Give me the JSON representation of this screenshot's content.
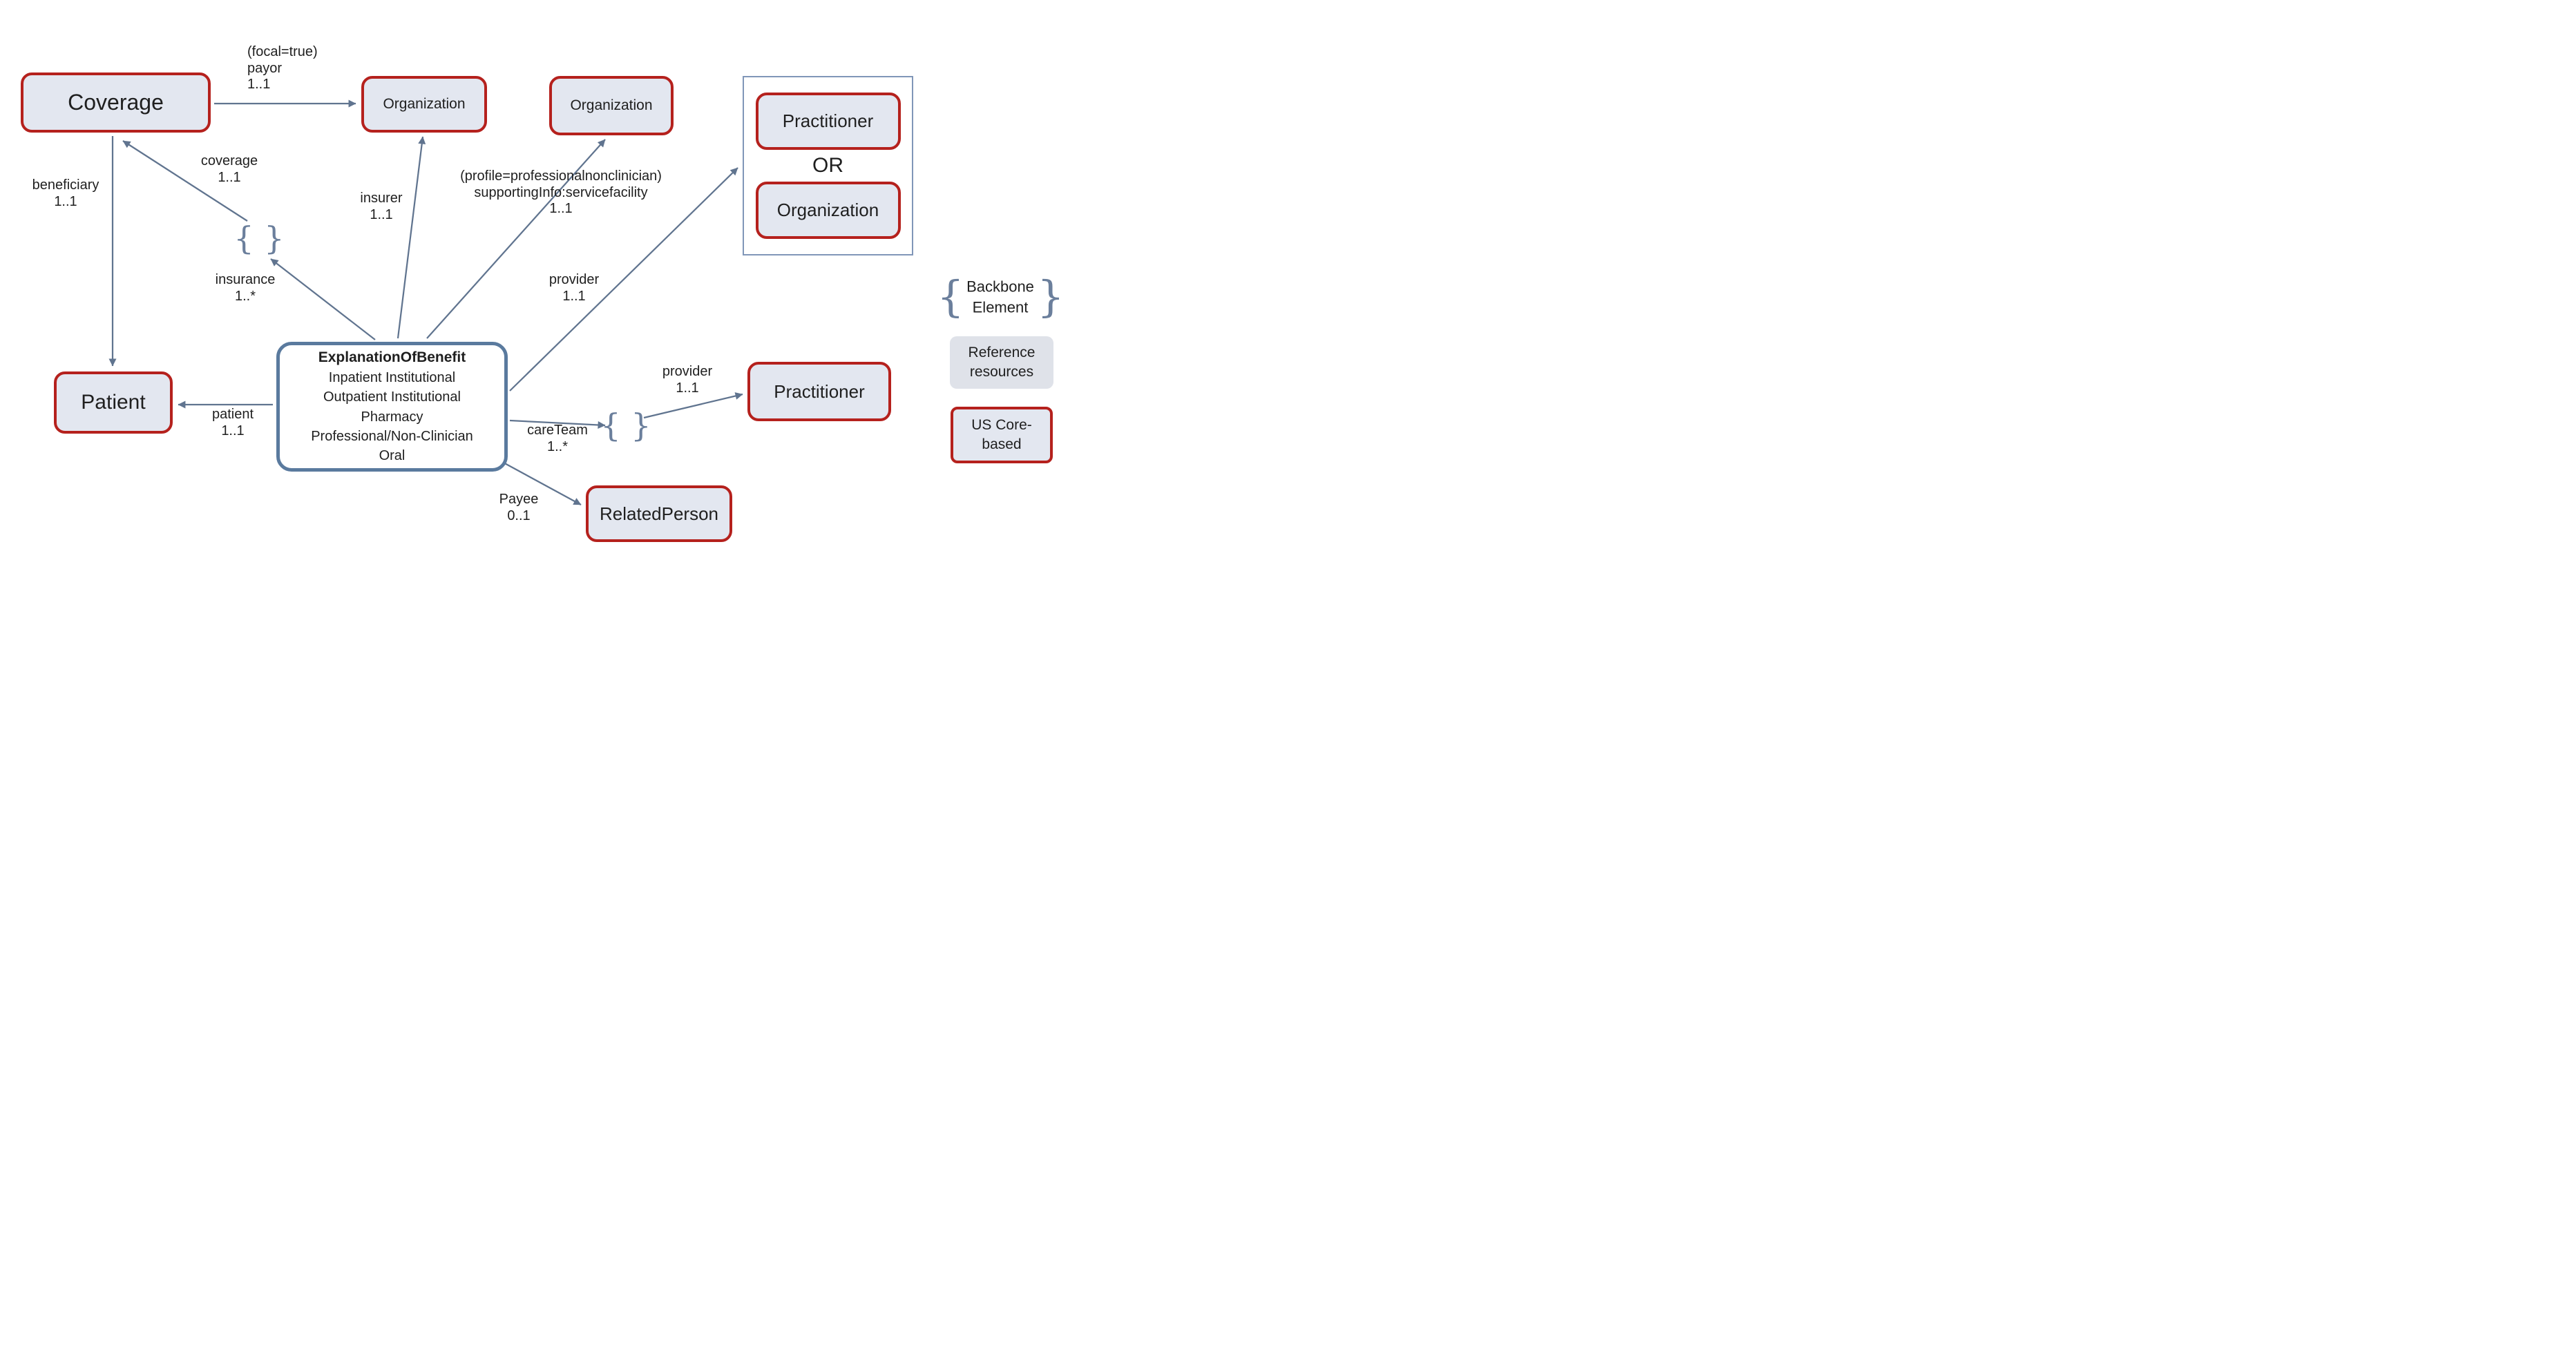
{
  "colors": {
    "node_fill": "#e3e7f0",
    "red_border": "#b5211d",
    "eob_border": "#5a7a9e",
    "arrow": "#60748f",
    "container_border": "#8096b8",
    "legend_gray_fill": "#dfe2e9"
  },
  "nodes": {
    "coverage": "Coverage",
    "organizationPayor": "Organization",
    "organizationFacility": "Organization",
    "practitionerProvider": "Practitioner",
    "orLabel": "OR",
    "organizationProvider": "Organization",
    "patient": "Patient",
    "practitionerCareTeam": "Practitioner",
    "relatedPerson": "RelatedPerson",
    "eob": {
      "title": "ExplanationOfBenefit",
      "line1": "Inpatient Institutional",
      "line2": "Outpatient Institutional",
      "line3": "Pharmacy",
      "line4": "Professional/Non-Clinician",
      "line5": "Oral"
    }
  },
  "edges": {
    "payor": "(focal=true)\npayor\n1..1",
    "coverage": "coverage\n1..1",
    "beneficiary": "beneficiary\n1..1",
    "insurer": "insurer\n1..1",
    "supportingInfo": "(profile=professionalnonclinician)\nsupportingInfo:servicefacility\n1..1",
    "providerTop": "provider\n1..1",
    "insurance": "insurance\n1..*",
    "patient": "patient\n1..1",
    "careTeam": "careTeam\n1..*",
    "providerCareTeam": "provider\n1..1",
    "payee": "Payee\n0..1"
  },
  "icons": {
    "backboneBracePair": "{ }",
    "legendBraceOpen": "{",
    "legendBraceClose": "}"
  },
  "legend": {
    "backbone": "Backbone\nElement",
    "reference": "Reference\nresources",
    "usCore": "US Core-\nbased"
  }
}
